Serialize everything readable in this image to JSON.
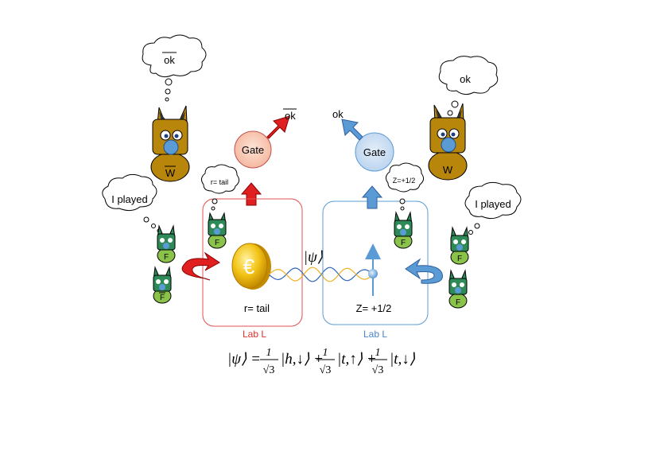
{
  "left": {
    "wigner_label": "W",
    "wigner_thought": "ok",
    "gate_label": "Gate",
    "gate_output": "ok",
    "friend_thought": "r= tail",
    "friend_played_thought": "I played",
    "friend_label_top": "F",
    "friend_label_bottom": "F",
    "lab_result": "r= tail",
    "lab_label": "Lab L",
    "color": "#e03030"
  },
  "right": {
    "wigner_label": "W",
    "wigner_thought": "ok",
    "gate_label": "Gate",
    "gate_output": "ok",
    "friend_thought": "Z=+1/2",
    "friend_played_thought": "I played",
    "friend_label_top": "F",
    "friend_label_bottom": "F",
    "lab_result": "Z= +1/2",
    "lab_label": "Lab L",
    "color": "#5b9bd5"
  },
  "coin_symbol": "€",
  "state_label": "|ψ⟩",
  "equation": "|ψ⟩ = (1/√3)|h,↓⟩ + (1/√3)|t,↑⟩ + (1/√3)|t,↓⟩",
  "equation_parts": {
    "lhs": "|ψ⟩ =",
    "frac_num": "1",
    "frac_den": "√3",
    "term1": "|h,↓⟩ +",
    "term2": "|t,↑⟩ +",
    "term3": "|t,↓⟩"
  }
}
